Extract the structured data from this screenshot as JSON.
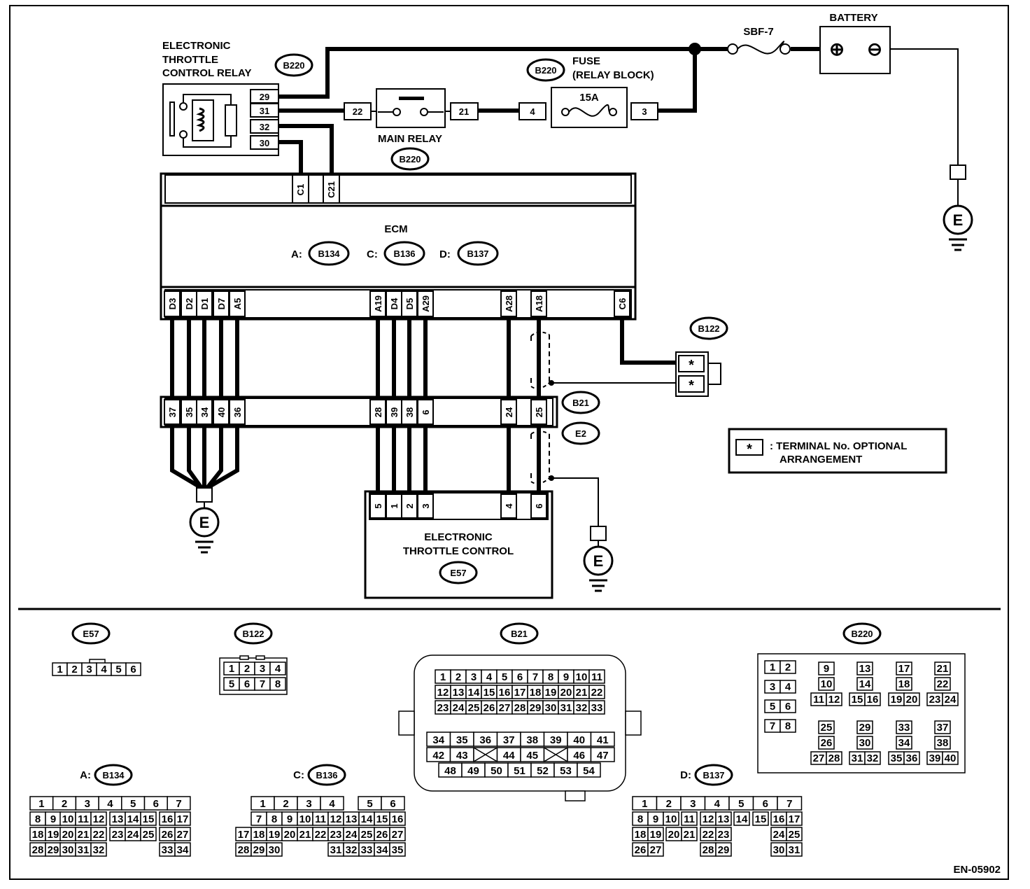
{
  "labels": {
    "etc_relay": [
      "ELECTRONIC",
      "THROTTLE",
      "CONTROL RELAY"
    ],
    "battery": "BATTERY",
    "sbf": "SBF-7",
    "fuse": [
      "FUSE",
      "(RELAY BLOCK)"
    ],
    "fuse_rating": "15A",
    "main_relay": "MAIN RELAY",
    "ecm": "ECM",
    "ecm_a": "A:",
    "ecm_c": "C:",
    "ecm_d": "D:",
    "etc": [
      "ELECTRONIC",
      "THROTTLE CONTROL"
    ],
    "legend": ": TERMINAL No. OPTIONAL",
    "legend2": "ARRANGEMENT",
    "legend_star": "*",
    "ground": "E",
    "plus": "⊕",
    "minus": "⊖",
    "doc_id": "EN-05902"
  },
  "badges": {
    "b220": "B220",
    "b134": "B134",
    "b136": "B136",
    "b137": "B137",
    "b122": "B122",
    "b21": "B21",
    "e2": "E2",
    "e57": "E57"
  },
  "relay_pins": [
    "29",
    "31",
    "32",
    "30"
  ],
  "main_relay_pins": [
    "22",
    "21"
  ],
  "fuse_pins": [
    "4",
    "3"
  ],
  "ecm_top_pins": [
    "C1",
    "C21"
  ],
  "ecm_bottom_pins": [
    "D3",
    "D2",
    "D1",
    "D7",
    "A5",
    "A19",
    "D4",
    "D5",
    "A29",
    "A28",
    "A18",
    "C6"
  ],
  "b21_pins_left": [
    "37",
    "35",
    "34",
    "40",
    "36"
  ],
  "b21_pins_mid": [
    "28",
    "39",
    "38",
    "6"
  ],
  "b21_pins_right": [
    "24",
    "25"
  ],
  "etc_pins": [
    "5",
    "1",
    "2",
    "3",
    "4",
    "6"
  ],
  "b122_pins": [
    "*",
    "*"
  ],
  "connectors": {
    "e57": [
      [
        "1",
        "2",
        "3",
        "4",
        "5",
        "6"
      ]
    ],
    "b122": [
      [
        "1",
        "2",
        "3",
        "4"
      ],
      [
        "5",
        "6",
        "7",
        "8"
      ]
    ],
    "b21": [
      [
        "1",
        "2",
        "3",
        "4",
        "5",
        "6",
        "7",
        "8",
        "9",
        "10",
        "11"
      ],
      [
        "12",
        "13",
        "14",
        "15",
        "16",
        "17",
        "18",
        "19",
        "20",
        "21",
        "22"
      ],
      [
        "23",
        "24",
        "25",
        "26",
        "27",
        "28",
        "29",
        "30",
        "31",
        "32",
        "33"
      ],
      [
        "34",
        "35",
        "36",
        "37",
        "38",
        "39",
        "40",
        "41"
      ],
      [
        "42",
        "43",
        "",
        "44",
        "45",
        "",
        "46",
        "47"
      ],
      [
        "48",
        "49",
        "50",
        "51",
        "52",
        "53",
        "54"
      ]
    ],
    "a_b134": [
      [
        "1",
        "2",
        "3",
        "4",
        "5",
        "6",
        "7"
      ],
      [
        "8",
        "9",
        "10",
        "11",
        "12",
        "13",
        "14",
        "15",
        "16",
        "17"
      ],
      [
        "18",
        "19",
        "20",
        "21",
        "22",
        "23",
        "24",
        "25",
        "26",
        "27"
      ],
      [
        "28",
        "29",
        "30",
        "31",
        "32",
        "33",
        "34"
      ]
    ],
    "c_b136": [
      [
        "1",
        "2",
        "3",
        "4",
        "5",
        "6"
      ],
      [
        "7",
        "8",
        "9",
        "10",
        "11",
        "12",
        "13",
        "14",
        "15",
        "16"
      ],
      [
        "17",
        "18",
        "19",
        "20",
        "21",
        "22",
        "23",
        "24",
        "25",
        "26",
        "27"
      ],
      [
        "28",
        "29",
        "30",
        "31",
        "32",
        "33",
        "34",
        "35"
      ]
    ],
    "d_b137": [
      [
        "1",
        "2",
        "3",
        "4",
        "5",
        "6",
        "7"
      ],
      [
        "8",
        "9",
        "10",
        "11",
        "12",
        "13",
        "14",
        "15",
        "16",
        "17"
      ],
      [
        "18",
        "19",
        "20",
        "21",
        "22",
        "23",
        "24",
        "25"
      ],
      [
        "26",
        "27",
        "28",
        "29",
        "30",
        "31"
      ]
    ],
    "b220": {
      "g1": [
        "1",
        "2",
        "3",
        "4",
        "5",
        "6",
        "7",
        "8"
      ],
      "g2": [
        "9",
        "10",
        "11",
        "12"
      ],
      "g3": [
        "13",
        "14",
        "15",
        "16"
      ],
      "g4": [
        "17",
        "18",
        "19",
        "20"
      ],
      "g5": [
        "21",
        "22",
        "23",
        "24"
      ],
      "g6": [
        "25",
        "26",
        "27",
        "28"
      ],
      "g7": [
        "29",
        "30",
        "31",
        "32"
      ],
      "g8": [
        "33",
        "34",
        "35",
        "36"
      ],
      "g9": [
        "37",
        "38",
        "39",
        "40"
      ]
    }
  }
}
